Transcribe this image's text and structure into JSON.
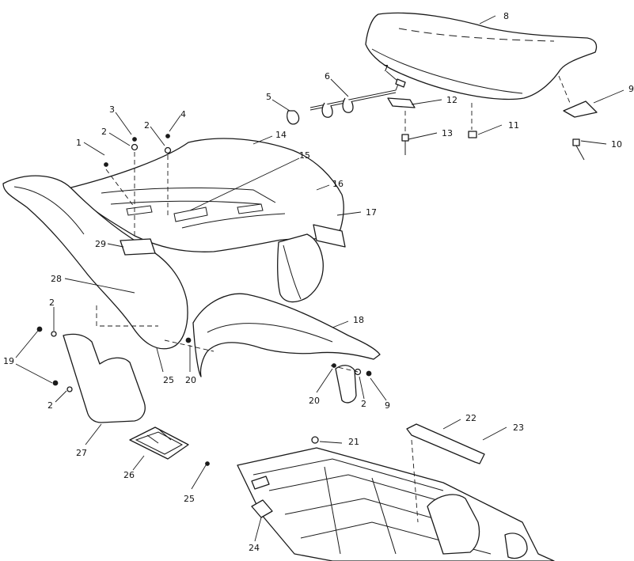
{
  "callouts": {
    "c1": "1",
    "c2a": "2",
    "c2b": "2",
    "c2c": "2",
    "c2d": "2",
    "c2e": "2",
    "c3": "3",
    "c4": "4",
    "c5": "5",
    "c6": "6",
    "c7": "7",
    "c8": "8",
    "c9a": "9",
    "c9b": "9",
    "c10": "10",
    "c11": "11",
    "c12": "12",
    "c13": "13",
    "c14": "14",
    "c15": "15",
    "c16": "16",
    "c17": "17",
    "c18": "18",
    "c19": "19",
    "c20a": "20",
    "c20b": "20",
    "c21": "21",
    "c22": "22",
    "c23": "23",
    "c24": "24",
    "c25a": "25",
    "c25b": "25",
    "c26": "26",
    "c27": "27",
    "c28": "28",
    "c29": "29"
  },
  "colors": {
    "line": "#1a1a1a",
    "background": "#ffffff"
  }
}
